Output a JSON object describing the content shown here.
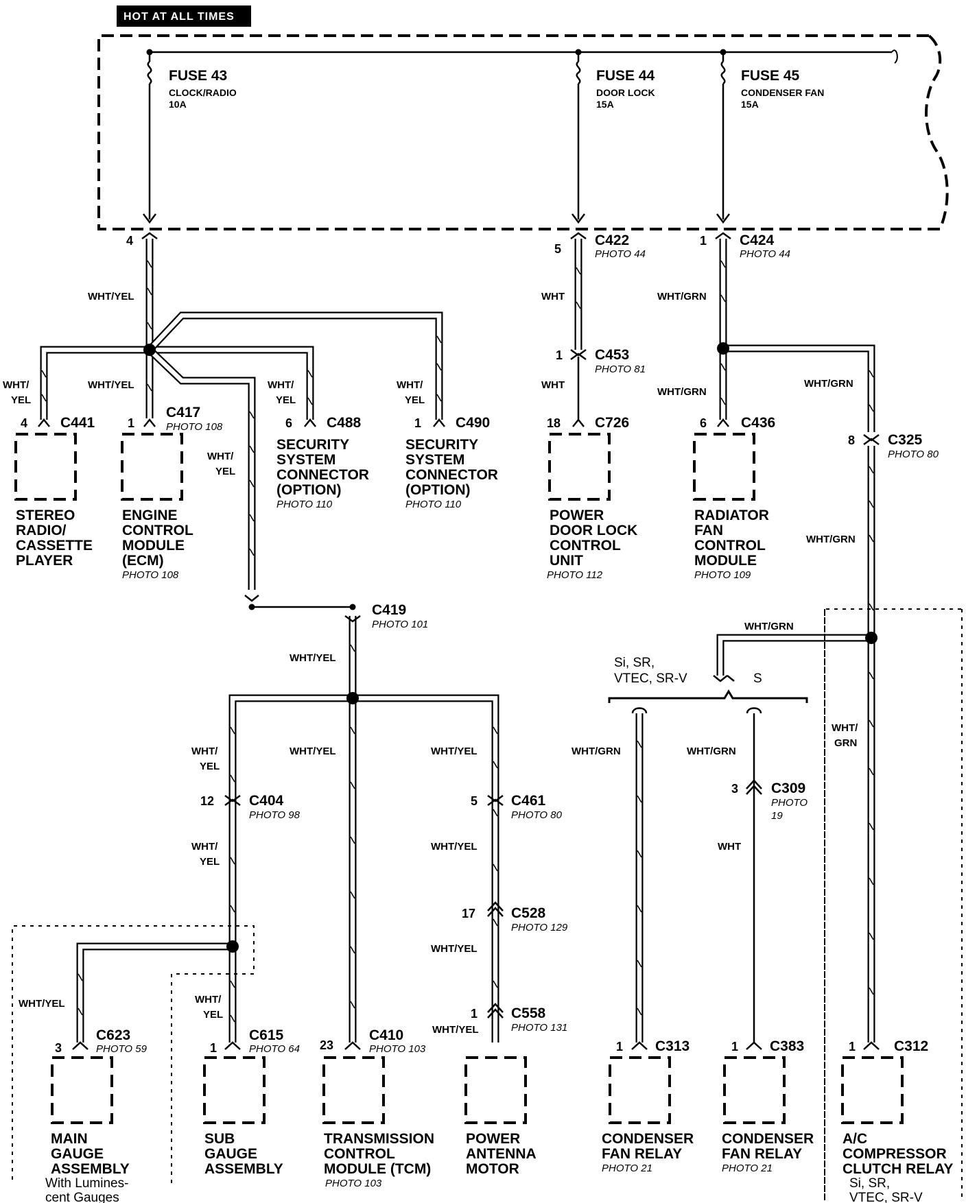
{
  "header": "HOT AT ALL TIMES",
  "fuses": [
    {
      "name": "FUSE 43",
      "desc": "CLOCK/RADIO",
      "amps": "10A"
    },
    {
      "name": "FUSE 44",
      "desc": "DOOR LOCK",
      "amps": "15A"
    },
    {
      "name": "FUSE 45",
      "desc": "CONDENSER FAN",
      "amps": "15A"
    }
  ],
  "pins": {
    "p4_top": "4",
    "p5_c422": "5",
    "p1_c424": "1",
    "p4_c441": "4",
    "p1_c417": "1",
    "p6_c488": "6",
    "p1_c490": "1",
    "p1_c453": "1",
    "p18_c726": "18",
    "p6_c436": "6",
    "p8_c325": "8",
    "p12_c404": "12",
    "p5_c461": "5",
    "p17_c528": "17",
    "p1_c558": "1",
    "p3_c623": "3",
    "p1_c615": "1",
    "p23_c410": "23",
    "p3_c309": "3",
    "p1_c313": "1",
    "p1_c383": "1",
    "p1_c312": "1"
  },
  "connectors": {
    "c422": "C422",
    "c424": "C424",
    "c441": "C441",
    "c417": "C417",
    "c488": "C488",
    "c490": "C490",
    "c453": "C453",
    "c726": "C726",
    "c436": "C436",
    "c325": "C325",
    "c419": "C419",
    "c404": "C404",
    "c461": "C461",
    "c528": "C528",
    "c558": "C558",
    "c623": "C623",
    "c615": "C615",
    "c410": "C410",
    "c309": "C309",
    "c313": "C313",
    "c383": "C383",
    "c312": "C312"
  },
  "photos": {
    "c422": "PHOTO 44",
    "c424": "PHOTO 44",
    "c417": "PHOTO 108",
    "c453": "PHOTO 81",
    "c325": "PHOTO 80",
    "c419": "PHOTO 101",
    "c404": "PHOTO 98",
    "c461": "PHOTO 80",
    "c528": "PHOTO 129",
    "c558": "PHOTO 131",
    "c623": "PHOTO 59",
    "c615": "PHOTO 64",
    "c410": "PHOTO 103",
    "c309a": "PHOTO",
    "c309b": "19",
    "sec1": "PHOTO 110",
    "sec2": "PHOTO 110",
    "ecm": "PHOTO 108",
    "pdl": "PHOTO 112",
    "rfan": "PHOTO 109",
    "tcm": "PHOTO 103",
    "cfr1": "PHOTO 21",
    "cfr2": "PHOTO 21"
  },
  "wires": {
    "wy1": "WHT/YEL",
    "wy2": "WHT/YEL",
    "wy3": "WHT/YEL",
    "wy4": "WHT/YEL",
    "wy5": "WHT/YEL",
    "wy6": "WHT/YEL",
    "wy7": "WHT/YEL",
    "wy8": "WHT/YEL",
    "wy_split_a": "WHT/",
    "wy_split_b": "YEL",
    "wht1": "WHT",
    "wht2": "WHT",
    "wht3": "WHT",
    "wg1": "WHT/GRN",
    "wg2": "WHT/GRN",
    "wg3": "WHT/GRN",
    "wg4": "WHT/GRN",
    "wg5": "WHT/GRN",
    "wg6": "WHT/GRN",
    "wg7": "WHT/GRN",
    "wg_split_a": "WHT/",
    "wg_split_b": "GRN"
  },
  "components": {
    "stereo": [
      "STEREO",
      "RADIO/",
      "CASSETTE",
      "PLAYER"
    ],
    "ecm": [
      "ENGINE",
      "CONTROL",
      "MODULE",
      "(ECM)"
    ],
    "security1": [
      "SECURITY",
      "SYSTEM",
      "CONNECTOR",
      "(OPTION)"
    ],
    "security2": [
      "SECURITY",
      "SYSTEM",
      "CONNECTOR",
      "(OPTION)"
    ],
    "powerdoor": [
      "POWER",
      "DOOR LOCK",
      "CONTROL",
      "UNIT"
    ],
    "radiatorfan": [
      "RADIATOR",
      "FAN",
      "CONTROL",
      "MODULE"
    ],
    "maingauge": [
      "MAIN",
      "GAUGE",
      "ASSEMBLY"
    ],
    "maingauge_note": [
      "With Lumines-",
      "cent Gauges"
    ],
    "subgauge": [
      "SUB",
      "GAUGE",
      "ASSEMBLY"
    ],
    "tcm": [
      "TRANSMISSION",
      "CONTROL",
      "MODULE (TCM)"
    ],
    "antenna": [
      "POWER",
      "ANTENNA",
      "MOTOR"
    ],
    "cfr1": [
      "CONDENSER",
      "FAN RELAY"
    ],
    "cfr2": [
      "CONDENSER",
      "FAN RELAY"
    ],
    "acrelay": [
      "A/C",
      "COMPRESSOR",
      "CLUTCH RELAY"
    ],
    "acrelay_note": [
      "Si, SR,",
      "VTEC, SR-V"
    ]
  },
  "variants": {
    "left_a": "Si, SR,",
    "left_b": "VTEC, SR-V",
    "right": "S"
  }
}
